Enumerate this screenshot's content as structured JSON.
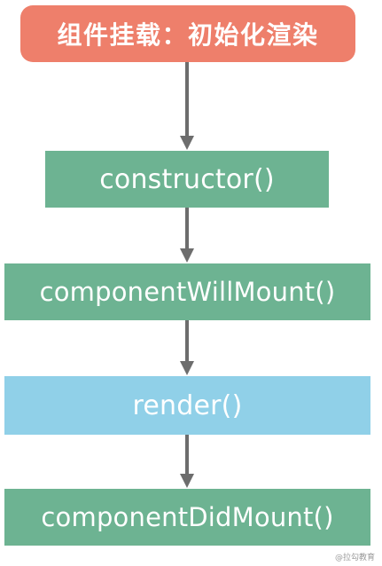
{
  "title": "组件挂载：初始化渲染",
  "steps": [
    {
      "label": "constructor()"
    },
    {
      "label": "componentWillMount()"
    },
    {
      "label": "render()"
    },
    {
      "label": "componentDidMount()"
    }
  ],
  "colors": {
    "title_bg": "#ee7f6b",
    "step_green": "#6db392",
    "step_blue": "#90d0e8",
    "arrow": "#6d6d6d"
  },
  "watermark": "@拉勾教育"
}
